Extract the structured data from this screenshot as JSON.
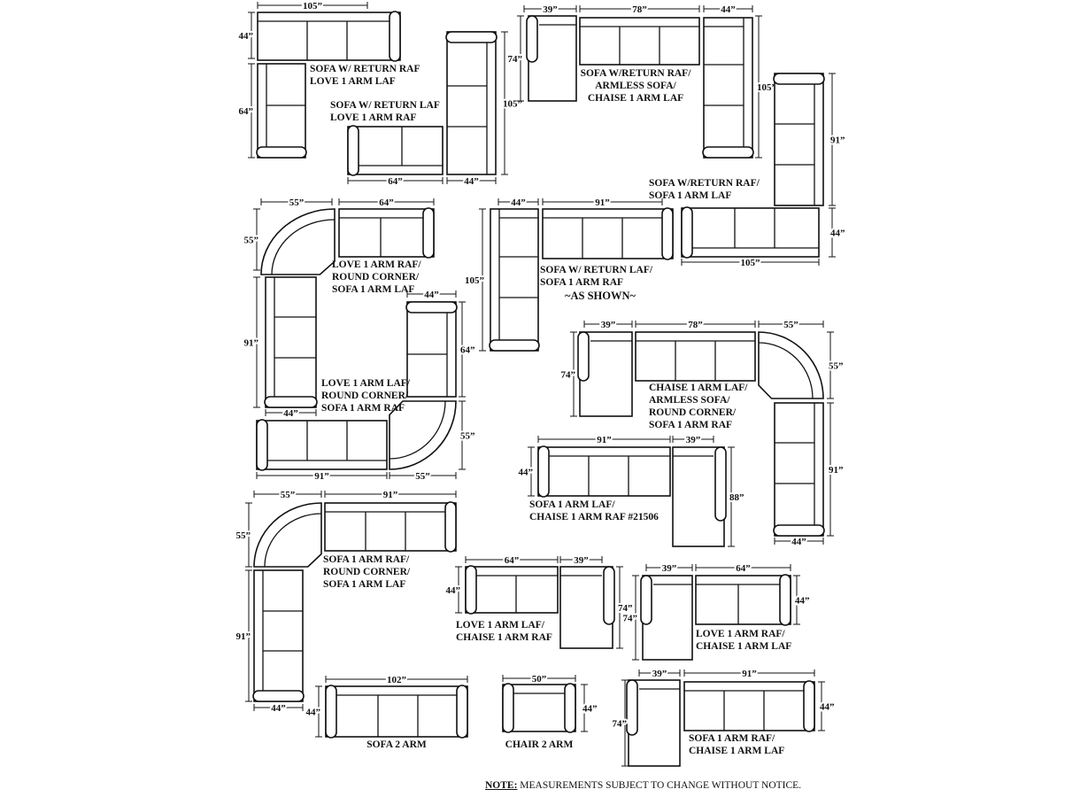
{
  "configurations": [
    {
      "label": [
        "SOFA W/ RETURN RAF",
        "LOVE 1 ARM LAF"
      ],
      "dims": [
        "105”",
        "44”",
        "64”"
      ]
    },
    {
      "label": [
        "SOFA  W/ RETURN LAF",
        "LOVE 1 ARM  RAF"
      ],
      "dims": [
        "64”",
        "44”",
        "105”"
      ]
    },
    {
      "label": [
        "SOFA W/RETURN RAF/",
        "ARMLESS SOFA/",
        "CHAISE 1 ARM LAF"
      ],
      "dims": [
        "39”",
        "78”",
        "44”",
        "74”",
        "105”"
      ]
    },
    {
      "label": [
        "SOFA W/RETURN RAF/",
        "SOFA 1 ARM LAF"
      ],
      "dims": [
        "91”",
        "44”",
        "105”"
      ]
    },
    {
      "label": [
        "SOFA W/ RETURN LAF/",
        "SOFA 1 ARM RAF"
      ],
      "dims": [
        "44”",
        "91”",
        "105”"
      ],
      "note": "~AS SHOWN~"
    },
    {
      "label": [
        "LOVE 1 ARM RAF/",
        "ROUND CORNER/",
        "SOFA 1 ARM LAF"
      ],
      "dims": [
        "55”",
        "64”",
        "55”",
        "91”",
        "44”"
      ]
    },
    {
      "label": [
        "LOVE 1 ARM LAF/",
        "ROUND CORNER/",
        "SOFA 1 ARM RAF"
      ],
      "dims": [
        "44”",
        "64”",
        "55”",
        "55”",
        "91”"
      ]
    },
    {
      "label": [
        "CHAISE 1 ARM LAF/",
        "ARMLESS SOFA/",
        "ROUND CORNER/",
        "SOFA 1 ARM RAF"
      ],
      "dims": [
        "39”",
        "78”",
        "55”",
        "74”",
        "55”",
        "91”",
        "44”"
      ]
    },
    {
      "label": [
        "SOFA 1 ARM LAF/",
        "CHAISE 1 ARM RAF #21506"
      ],
      "dims": [
        "91”",
        "39”",
        "44”",
        "88”"
      ]
    },
    {
      "label": [
        "SOFA 1 ARM RAF/",
        "ROUND CORNER/",
        "SOFA 1 ARM LAF"
      ],
      "dims": [
        "55”",
        "91”",
        "55”",
        "91”",
        "44”"
      ]
    },
    {
      "label": [
        "LOVE 1 ARM LAF/",
        "CHAISE 1 ARM RAF"
      ],
      "dims": [
        "64”",
        "39”",
        "44”",
        "74”"
      ]
    },
    {
      "label": [
        "LOVE 1 ARM RAF/",
        "CHAISE 1 ARM LAF"
      ],
      "dims": [
        "39”",
        "64”",
        "74”",
        "44”"
      ]
    },
    {
      "label": [
        "SOFA 2 ARM"
      ],
      "dims": [
        "102”",
        "44”"
      ]
    },
    {
      "label": [
        "CHAIR 2 ARM"
      ],
      "dims": [
        "50”",
        "44”"
      ]
    },
    {
      "label": [
        "SOFA 1 ARM RAF/",
        "CHAISE 1 ARM LAF"
      ],
      "dims": [
        "39”",
        "91”",
        "74”",
        "44”"
      ]
    }
  ],
  "footer": {
    "note_label": "NOTE:",
    "note_text": " MEASUREMENTS SUBJECT TO CHANGE WITHOUT NOTICE."
  }
}
